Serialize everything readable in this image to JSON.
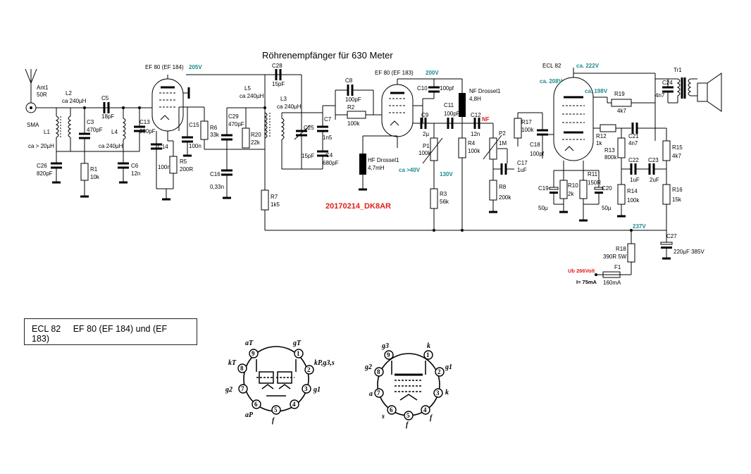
{
  "title": "Röhrenempfänger für 630 Meter",
  "signature": "20170214_DK8AR",
  "tubes": {
    "v1": "EF 80 (EF 184)",
    "v2": "EF 80 (EF 183)",
    "v3": "ECL 82"
  },
  "voltages": {
    "v205": "205V",
    "v200": "200V",
    "v222": "ca. 222V",
    "v208": "ca. 208V",
    "v198": "ca. 198V",
    "v40": "ca >40V",
    "v130": "130V",
    "v237": "237V"
  },
  "labels": {
    "ant1": "Ant1",
    "r50": "50R",
    "sma": "SMA",
    "l1": "L1",
    "l1v": "ca > 20µH",
    "l2": "L2",
    "l2v": "ca 240µH",
    "c5": "C5",
    "c5v": "18pF",
    "c3": "C3",
    "c3v": "470pF",
    "l4": "L4",
    "l4v": "ca 240µH",
    "c13": "C13",
    "c13v": "390pF",
    "c26": "C26",
    "c26v": "820pF",
    "r1": "R1",
    "r1v": "10k",
    "c6": "C6",
    "c6v": "12n",
    "c14": "C14",
    "c14v": "100n",
    "r5": "R5",
    "r5v": "200R",
    "c15": "C15",
    "c15v": "100n",
    "r6": "R6",
    "r6v": "33k",
    "c28": "C28",
    "c28v": "15pF",
    "l5": "L5",
    "l5v": "ca 240µH",
    "c29": "C29",
    "c29v": "470pF",
    "r20": "R20",
    "r20v": "22k",
    "c16": "C16",
    "c16v": "0,33n",
    "r7": "R7",
    "r7v": "1k5",
    "l3": "L3",
    "l3v": "ca 240µH",
    "c25": "C25",
    "c25v": "15pF",
    "c7": "C7",
    "c7v": "1n5",
    "c4": "C4",
    "c4v": "680pF",
    "c8": "C8",
    "c8v": "100pF",
    "r2": "R2",
    "r2v": "100k",
    "hfd": "HF Drossel1",
    "hfdv": "4,7mH",
    "c10": "C10",
    "c10v": "100pf",
    "c9": "C9",
    "c9v": "2µ",
    "c11": "C11",
    "c11v": "100pF",
    "p1": "P1",
    "p1v": "100k",
    "r3": "R3",
    "r3v": "56k",
    "nfd": "NF Drossel1",
    "nfdv": "4,8H",
    "r4": "R4",
    "r4v": "100k",
    "c12": "C12",
    "c12v": "12n",
    "nf": "NF",
    "p2": "P2",
    "p2v": "1M",
    "c17": "C17",
    "c17v": "1uF",
    "r8": "R8",
    "r8v": "200k",
    "r17": "R17",
    "r17v": "100k",
    "c18": "C18",
    "c18v": "100pf",
    "c19": "C19",
    "c19v": "50µ",
    "r10": "R10",
    "r10v": "2k",
    "r11": "R11",
    "r11v": "150R",
    "c20": "C20",
    "c20v": "50µ",
    "r19": "R19",
    "r19v": "4k7",
    "r12": "R12",
    "r12v": "1k",
    "c21": "C21",
    "c21v": "4n7",
    "r13": "R13",
    "r13v": "800k",
    "c22": "C22",
    "c22v": "1uF",
    "c23": "C23",
    "c23v": "2uF",
    "r14": "R14",
    "r14v": "100k",
    "r15": "R15",
    "r15v": "4k7",
    "r16": "R16",
    "r16v": "15k",
    "c24": "C24",
    "c24v": "4n7",
    "tr1": "Tr1",
    "c27": "C27",
    "c27v": "220µF 385V",
    "r18": "R18",
    "r18v": "390R 5W",
    "f1": "F1",
    "f1v": "160mA",
    "ub": "Ub 266Volt",
    "i": "I= 75mA"
  },
  "legend": {
    "ecl82": "ECL 82",
    "ef80": "EF 80  (EF 184)  und (EF 183)"
  },
  "bases": {
    "ecl": {
      "p1": "1",
      "p2": "2",
      "p3": "3",
      "p4": "4",
      "p5": "5",
      "p6": "6",
      "p7": "7",
      "p8": "8",
      "p9": "9",
      "aT": "aT",
      "gT": "gT",
      "kp": "kP,g3,s",
      "kT": "kT",
      "g1": "g1",
      "g2": "g2",
      "aP": "aP",
      "f": "f"
    },
    "ef": {
      "p1": "1",
      "p2": "2",
      "p3": "3",
      "p4": "4",
      "p5": "5",
      "p6": "6",
      "p7": "7",
      "p8": "8",
      "p9": "9",
      "g3": "g3",
      "k": "k",
      "g2": "g2",
      "g1": "g1",
      "a": "a",
      "k2": "k",
      "s": "s",
      "f1": "f",
      "f2": "f"
    }
  }
}
